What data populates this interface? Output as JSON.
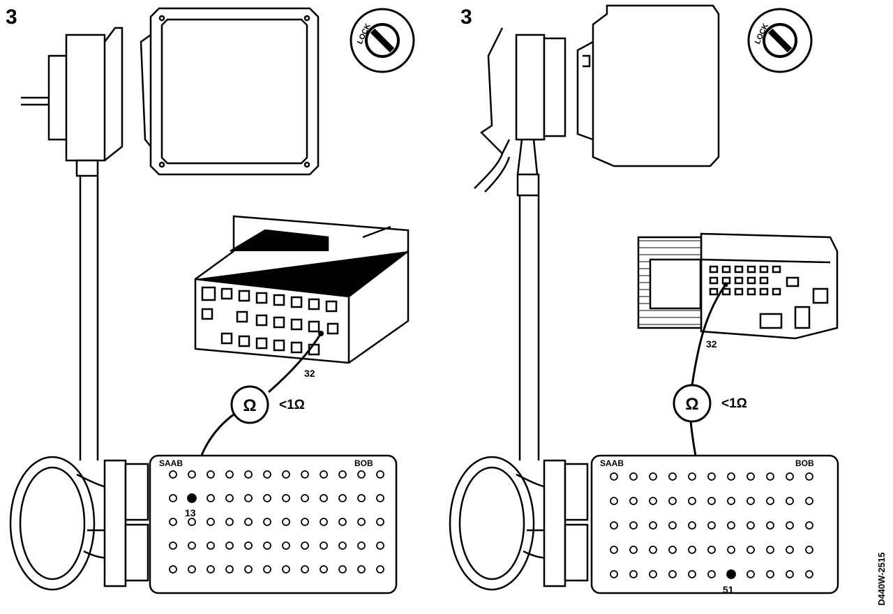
{
  "panels": [
    {
      "step": "3",
      "lock_label": "LOCK",
      "ohm_symbol": "Ω",
      "reading": "<1Ω",
      "connector_pin": "32",
      "box_brand_left": "SAAB",
      "box_brand_right": "BOB",
      "box_pin": "13"
    },
    {
      "step": "3",
      "lock_label": "LOCK",
      "ohm_symbol": "Ω",
      "reading": "<1Ω",
      "connector_pin": "32",
      "box_brand_left": "SAAB",
      "box_brand_right": "BOB",
      "box_pin": "51"
    }
  ],
  "figure_code": "D440W-2515"
}
